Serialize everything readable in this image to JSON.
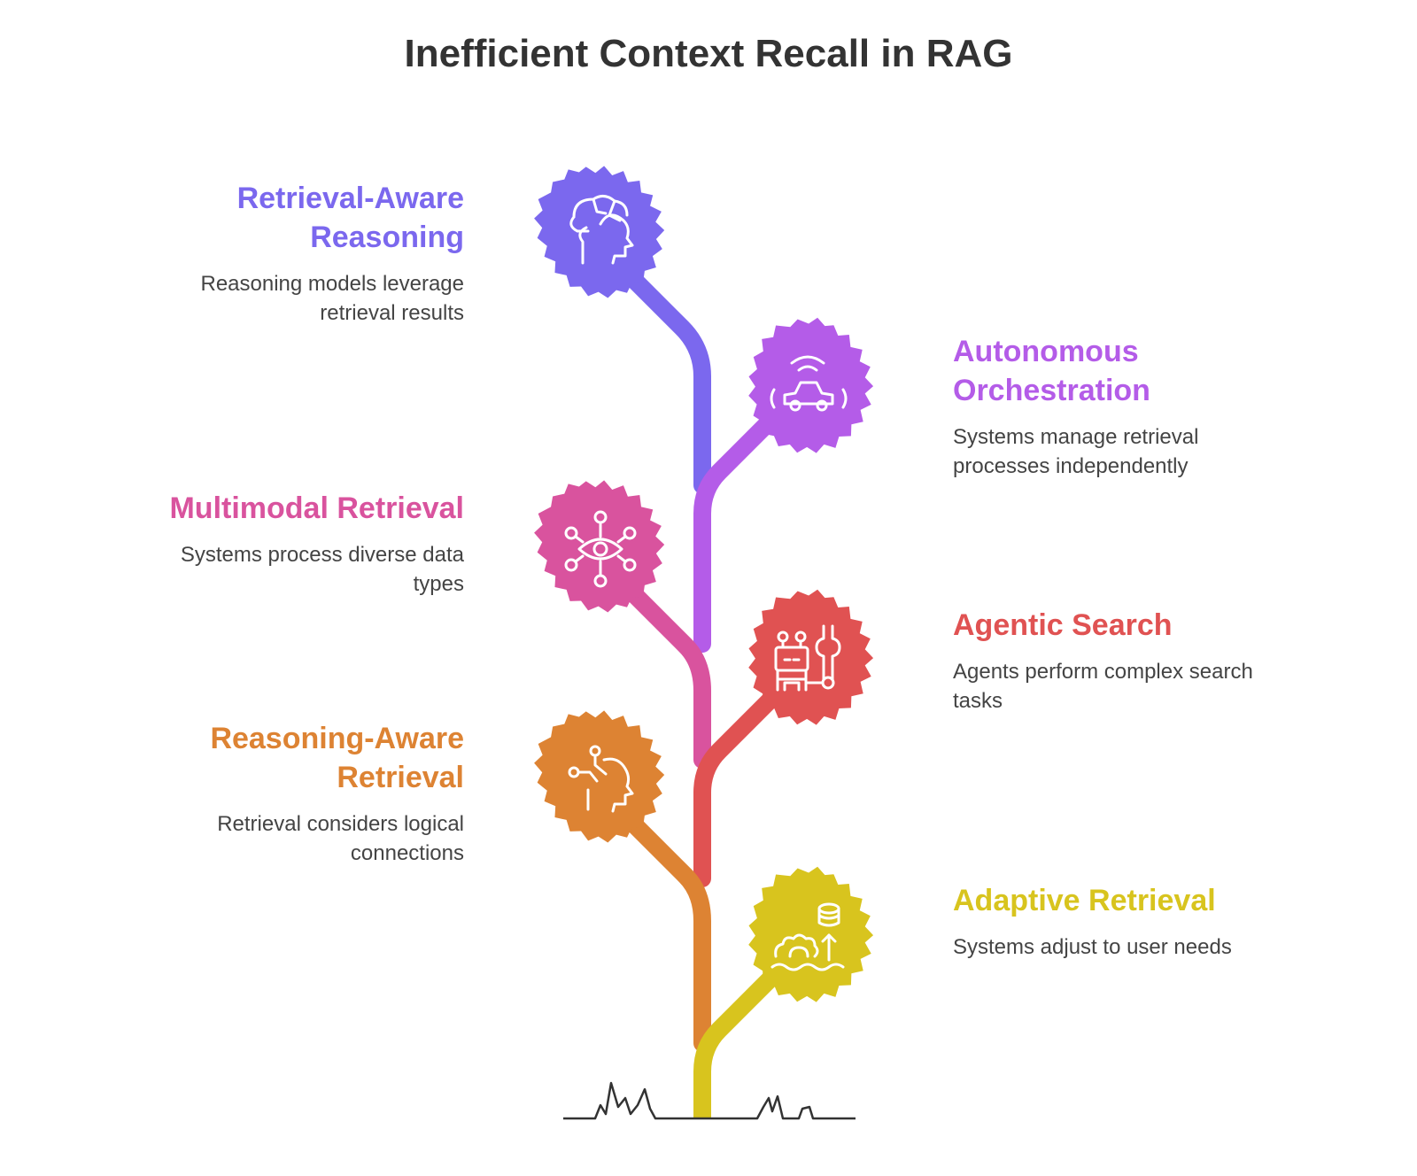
{
  "title": "Inefficient Context Recall in RAG",
  "items": [
    {
      "title": "Retrieval-Aware Reasoning",
      "description": "Reasoning models leverage retrieval results",
      "color": "#7B68EE",
      "icon": "brain-head-icon",
      "side": "left"
    },
    {
      "title": "Autonomous Orchestration",
      "description": "Systems manage retrieval processes independently",
      "color": "#B45CE8",
      "icon": "autonomous-car-icon",
      "side": "right"
    },
    {
      "title": "Multimodal Retrieval",
      "description": "Systems process diverse data types",
      "color": "#D9539E",
      "icon": "eye-network-icon",
      "side": "left"
    },
    {
      "title": "Agentic Search",
      "description": "Agents perform complex search tasks",
      "color": "#E05252",
      "icon": "robot-wrench-icon",
      "side": "right"
    },
    {
      "title": "Reasoning-Aware Retrieval",
      "description": "Retrieval considers logical connections",
      "color": "#DD8333",
      "icon": "head-nodes-icon",
      "side": "left"
    },
    {
      "title": "Adaptive Retrieval",
      "description": "Systems adjust to user needs",
      "color": "#D8C41E",
      "icon": "database-adapt-icon",
      "side": "right"
    }
  ]
}
